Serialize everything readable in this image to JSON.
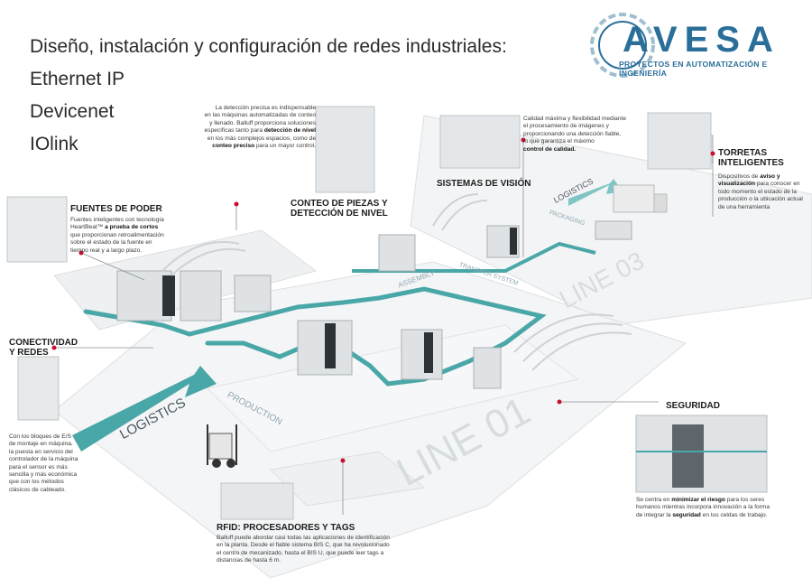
{
  "header": {
    "line1": "Diseño, instalación y configuración de redes industriales:",
    "line2": "Ethernet IP",
    "line3": "Devicenet",
    "line4": "IOlink"
  },
  "logo": {
    "word": "AVESA",
    "subtitle": "PROYECTOS EN AUTOMATIZACIÓN E INGENIERÍA",
    "color": "#2a6f9a"
  },
  "sections": {
    "conteo": {
      "title_1": "CONTEO DE PIEZAS Y",
      "title_2": "DETECCIÓN DE NIVEL",
      "body_1": "La detección precisa es indispensable",
      "body_2": "en las máquinas automatizadas de conteo",
      "body_3": "y llenado. Balluff proporciona soluciones",
      "body_4a": "específicas tanto para ",
      "body_4b": "detección de nivel",
      "body_5": "en los más complejos espacios, como de",
      "body_6a": "conteo preciso",
      "body_6b": " para un mayor control."
    },
    "vision": {
      "title": "SISTEMAS DE VISIÓN",
      "body_1": "Calidad máxima y flexibilidad mediante",
      "body_2": "el procesamiento de imágenes y",
      "body_3": "proporcionando una detección fiable,",
      "body_4": "lo que garantiza el máximo",
      "body_5": "control de calidad."
    },
    "torretas": {
      "title_1": "TORRETAS",
      "title_2": "INTELIGENTES",
      "body_1a": "Dispositivos de ",
      "body_1b": "aviso y",
      "body_2a": "visualización",
      "body_2b": " para conocer en",
      "body_3": "todo momento el estado de la",
      "body_4": "producción o la ubicación actual",
      "body_5": "de una herramienta"
    },
    "fuentes": {
      "title": "FUENTES DE PODER",
      "body_1": "Fuentes inteligentes con tecnología",
      "body_2a": "HeartBeat™ ",
      "body_2b": "a prueba de cortos",
      "body_3": "que proporcionan retroalimentación",
      "body_4": "sobre el estado de la fuente en",
      "body_5": "tiempo real y a largo plazo."
    },
    "conectividad": {
      "title_1": "CONECTIVIDAD",
      "title_2": "Y REDES",
      "body_1": "Con los bloques de E/S",
      "body_2": "de montaje en máquina,",
      "body_3": "la puesta en servicio del",
      "body_4": "controlador de la máquina",
      "body_5": "para el sensor es más",
      "body_6": "sencilla y más económica",
      "body_7": "que con los métodos",
      "body_8": "clásicos de cableado."
    },
    "seguridad": {
      "title": "SEGURIDAD",
      "body_1a": "Se centra en ",
      "body_1b": "minimizar el riesgo",
      "body_1c": " para los seres",
      "body_2": "humanos mientras incorpora innovación a la forma",
      "body_3a": "de integrar la ",
      "body_3b": "seguridad",
      "body_3c": " en tus celdas de trabajo."
    },
    "rfid": {
      "title": "RFID: PROCESADORES Y TAGS",
      "body_1": "Balluff puede abordar casi todas las aplicaciones de identificación",
      "body_2": "en la planta. Desde el fiable sistema BIS C, que ha revolucionado",
      "body_3": "el centro de mecanizado, hasta el BIS U, que puede leer tags a",
      "body_4": "distancias de hasta 6 m."
    }
  },
  "floor": {
    "logistics_1": "LOGISTICS",
    "logistics_2": "LOGISTICS",
    "production": "PRODUCTION",
    "line_01": "LINE 01",
    "line_03": "LINE 03",
    "assembly": "ASSEMBLY",
    "packaging": "PACKAGING",
    "transfer": "TRANSFER SYSTEM"
  },
  "colors": {
    "accent_teal": "#4aa7a8",
    "marker_red": "#c8102e",
    "floor": "#f3f4f5"
  }
}
